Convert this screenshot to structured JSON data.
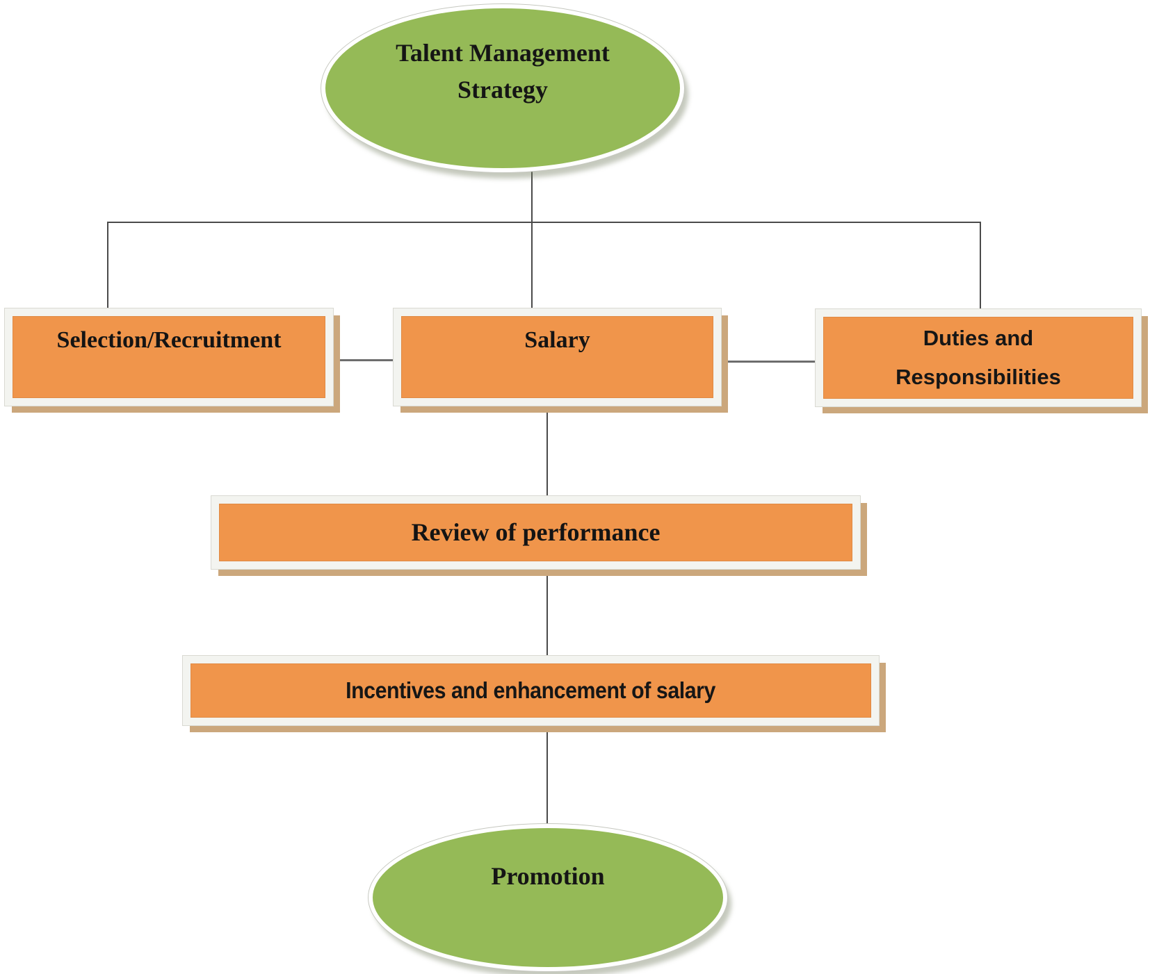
{
  "diagram_title": "Talent Management Strategy flowchart",
  "nodes": {
    "talent_strategy": {
      "label": "Talent Management Strategy",
      "shape": "ellipse",
      "fill": "#95BA57"
    },
    "selection_recruitment": {
      "label": "Selection/Recruitment",
      "shape": "rect",
      "fill": "#F0954B"
    },
    "salary": {
      "label": "Salary",
      "shape": "rect",
      "fill": "#F0954B"
    },
    "duties_responsibilities": {
      "label": "Duties and Responsibilities",
      "shape": "rect",
      "fill": "#F0954B"
    },
    "review_performance": {
      "label": "Review of performance",
      "shape": "rect",
      "fill": "#F0954B"
    },
    "incentives_salary": {
      "label": "Incentives and enhancement of salary",
      "shape": "rect",
      "fill": "#F0954B"
    },
    "promotion": {
      "label": "Promotion",
      "shape": "ellipse",
      "fill": "#95BA57"
    }
  },
  "edges": [
    {
      "from": "talent_strategy",
      "to": "selection_recruitment"
    },
    {
      "from": "talent_strategy",
      "to": "salary"
    },
    {
      "from": "talent_strategy",
      "to": "duties_responsibilities"
    },
    {
      "from": "selection_recruitment",
      "to": "salary"
    },
    {
      "from": "salary",
      "to": "duties_responsibilities"
    },
    {
      "from": "salary",
      "to": "review_performance"
    },
    {
      "from": "review_performance",
      "to": "incentives_salary"
    },
    {
      "from": "incentives_salary",
      "to": "promotion"
    }
  ],
  "colors": {
    "node_green": "#95BA57",
    "node_orange": "#F0954B",
    "frame_white": "#F3F4F0",
    "shadow_tan": "#CBA77C",
    "connector_gray": "#4a4a4a",
    "text": "#141414",
    "background": "#FFFFFF"
  }
}
